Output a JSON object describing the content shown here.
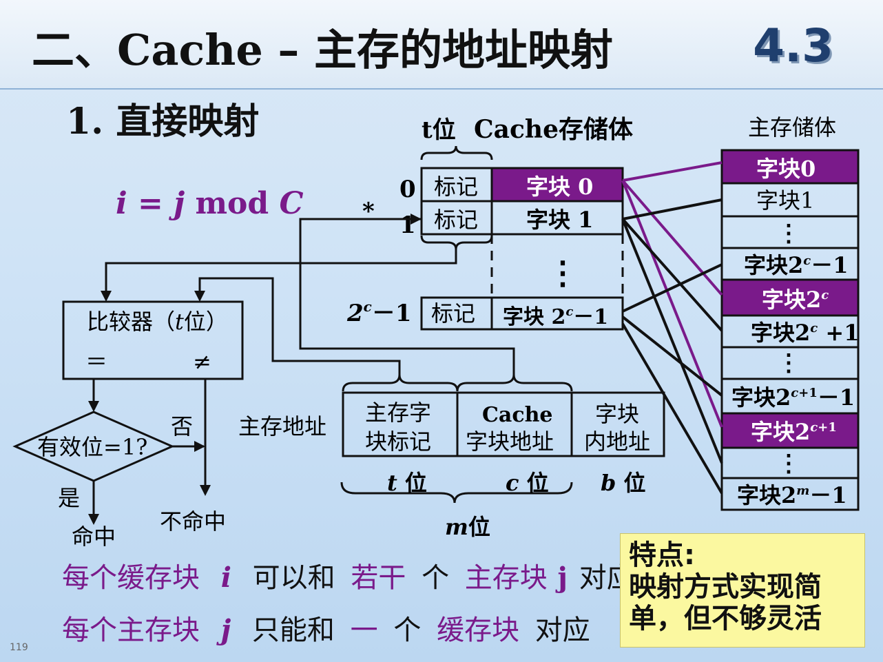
{
  "title": "二、Cache – 主存的地址映射",
  "section_number": "4.3",
  "subtitle": "1.  直接映射",
  "formula": {
    "i": "i",
    "eq": " = ",
    "j": "j",
    "mod": " mod ",
    "c": "C"
  },
  "cache": {
    "header_t": "t位",
    "header_title": "Cache存储体",
    "rows": [
      {
        "index": "0",
        "tag": "标记",
        "block": "字块 0"
      },
      {
        "index": "1",
        "tag": "标记",
        "block": "字块 1"
      },
      {
        "index": "2c－1",
        "tag": "标记",
        "block": "字块 2c－1"
      }
    ],
    "star": "*",
    "dots": "⋮"
  },
  "main_memory": {
    "header": "主存储体",
    "blocks": [
      "字块0",
      "字块1",
      "⋮",
      "字块2c－1",
      "字块2c",
      "字块2c +1",
      "⋮",
      "字块2c+1－1",
      "字块2c+1",
      "⋮",
      "字块2m－1"
    ]
  },
  "comparator": {
    "label": "比较器（t位）",
    "eq": "＝",
    "neq": "≠"
  },
  "valid_check": {
    "label": "有效位=1?",
    "no": "否",
    "yes": "是",
    "hit": "命中",
    "miss": "不命中"
  },
  "address": {
    "label": "主存地址",
    "fields": [
      "主存字\n块标记",
      "Cache\n字块地址",
      "字块\n内地址"
    ],
    "t_bits": "t 位",
    "c_bits": "c 位",
    "b_bits": "b 位",
    "m_bits": "m位"
  },
  "notes": {
    "line1": [
      "每个缓存块",
      "i",
      "可以和",
      "若干",
      "个",
      "主存块",
      "j",
      "对应"
    ],
    "line2": [
      "每个主存块",
      "j",
      "只能和",
      "一",
      "个",
      "缓存块",
      "对应"
    ]
  },
  "feature": {
    "title": "特点:",
    "body": "映射方式实现简单，但不够灵活"
  },
  "page_number": "119",
  "colors": {
    "purple": "#7a1a8a",
    "highlight": "#7a1a8a",
    "yellow": "#fbf8a0"
  }
}
